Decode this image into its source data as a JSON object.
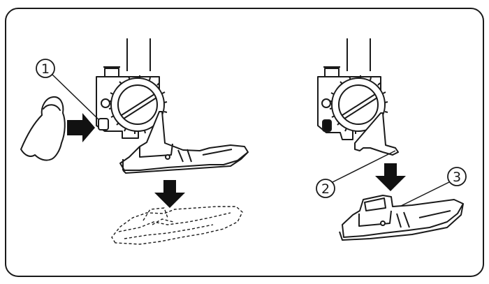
{
  "callouts": {
    "c1": "1",
    "c2": "2",
    "c3": "3"
  },
  "colors": {
    "ink": "#1a1a1a",
    "fill": "#ffffff",
    "arrow": "#111111"
  },
  "icons": [
    "finger-press",
    "arrow-right",
    "arrow-down"
  ]
}
